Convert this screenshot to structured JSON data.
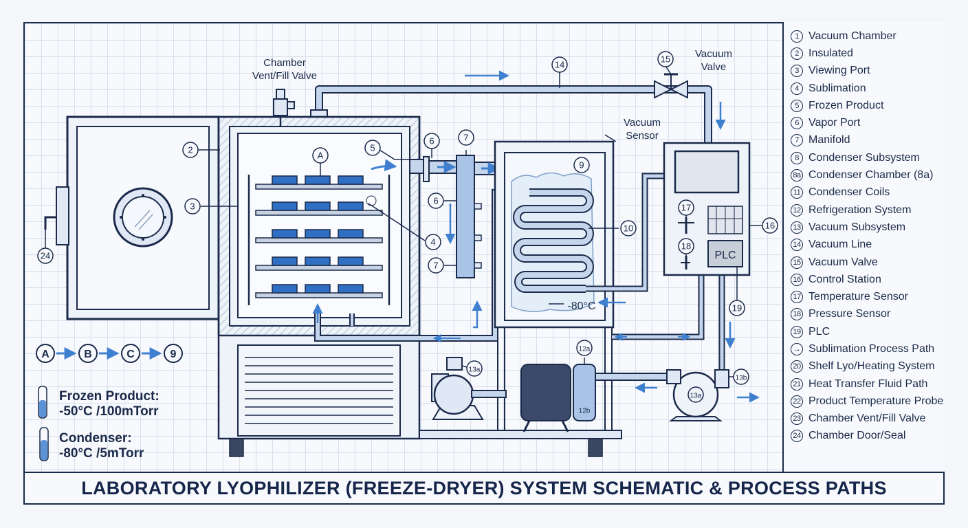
{
  "title": "LABORATORY LYOPHILIZER (FREEZE-DRYER) SYSTEM  SCHEMATIC & PROCESS PATHS",
  "callouts": {
    "chamber_vent_valve": [
      "Chamber",
      "Vent/Fill Valve"
    ],
    "vacuum_valve": [
      "Vacuum",
      "Valve"
    ],
    "vacuum_sensor": [
      "Vacuum",
      "Sensor"
    ],
    "condenser_temp": "-80°C",
    "plc": "PLC"
  },
  "markers": {
    "m2": "2",
    "m3": "3",
    "mA": "A",
    "m5": "5",
    "m6": "6",
    "m7": "7",
    "m6b": "6",
    "m7b": "7",
    "m4": "4",
    "m9": "9",
    "m10": "10",
    "m14": "14",
    "m15": "15",
    "m16": "16",
    "m17": "17",
    "m18": "18",
    "m19": "19",
    "m24": "24",
    "m12a": "12a",
    "m12b": "12b",
    "m13a": "13a",
    "m13a_pump": "13a",
    "m13b": "13b"
  },
  "process_path": [
    "A",
    "B",
    "C",
    "9"
  ],
  "conditions": [
    {
      "label": "Frozen Product:",
      "value": "-50°C /100mTorr",
      "color": "#5b93d6"
    },
    {
      "label": "Condenser:",
      "value": "-80°C /5mTorr",
      "color": "#5b93d6"
    }
  ],
  "legend": [
    {
      "badge": "1",
      "label": "Vacuum Chamber"
    },
    {
      "badge": "2",
      "label": "Insulated"
    },
    {
      "badge": "3",
      "label": "Viewing Port"
    },
    {
      "badge": "4",
      "label": "Sublimation"
    },
    {
      "badge": "5",
      "label": "Frozen Product"
    },
    {
      "badge": "6",
      "label": "Vapor Port"
    },
    {
      "badge": "7",
      "label": "Manifold"
    },
    {
      "badge": "8",
      "label": "Condenser Subsystem"
    },
    {
      "badge": "8a",
      "label": "Condenser Chamber (8a)"
    },
    {
      "badge": "11",
      "label": "Condenser Coils"
    },
    {
      "badge": "12",
      "label": "Refrigeration System"
    },
    {
      "badge": "13",
      "label": "Vacuum Subsystem"
    },
    {
      "badge": "14",
      "label": "Vacuum Line"
    },
    {
      "badge": "15",
      "label": "Vacuum Valve"
    },
    {
      "badge": "16",
      "label": "Control Station"
    },
    {
      "badge": "17",
      "label": "Temperature Sensor"
    },
    {
      "badge": "18",
      "label": "Pressure Sensor"
    },
    {
      "badge": "19",
      "label": "PLC"
    },
    {
      "badge": "→",
      "label": "Sublimation Process Path"
    },
    {
      "badge": "20",
      "label": "Shelf Lyo/Heating System"
    },
    {
      "badge": "21",
      "label": "Heat Transfer Fluid Path"
    },
    {
      "badge": "22",
      "label": "Product Temperature Probe"
    },
    {
      "badge": "23",
      "label": "Chamber Vent/Fill Valve"
    },
    {
      "badge": "24",
      "label": "Chamber Door/Seal"
    }
  ],
  "colors": {
    "ink": "#1b2a4a",
    "pipe": "#c5d6ec",
    "accent": "#3f7fcf",
    "product": "#2f6fc4",
    "frost": "#e4eef9"
  }
}
